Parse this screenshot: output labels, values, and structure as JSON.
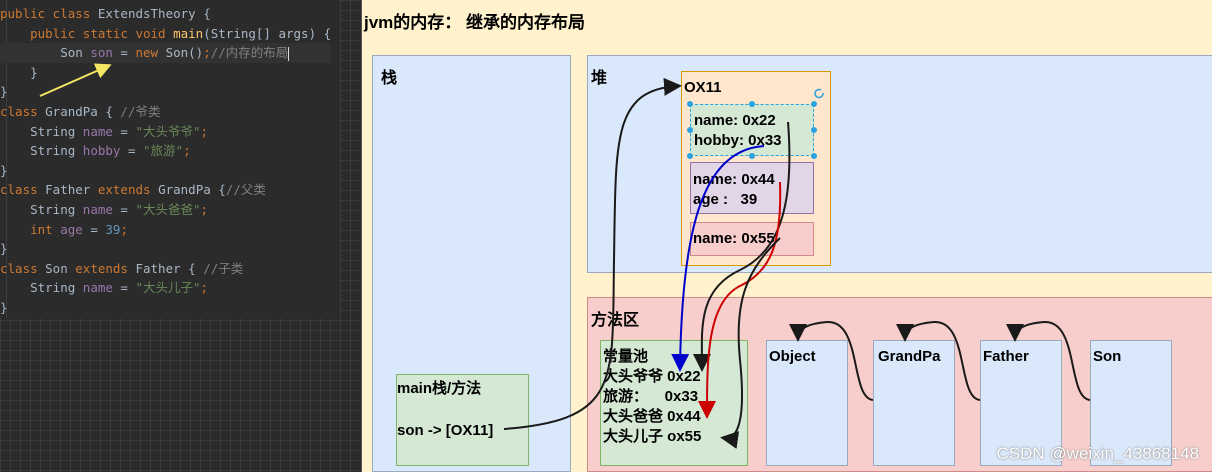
{
  "code": {
    "lines": [
      [
        {
          "c": "kw",
          "t": "public class "
        },
        {
          "c": "",
          "t": "ExtendsTheory {"
        }
      ],
      [
        {
          "c": "",
          "t": "    "
        },
        {
          "c": "kw",
          "t": "public static void "
        },
        {
          "c": "fn",
          "t": "main"
        },
        {
          "c": "",
          "t": "(String[] args) {"
        }
      ],
      [
        {
          "c": "",
          "t": "        Son "
        },
        {
          "c": "fld",
          "t": "son"
        },
        {
          "c": "",
          "t": " = "
        },
        {
          "c": "kw",
          "t": "new "
        },
        {
          "c": "",
          "t": "Son()"
        },
        {
          "c": "kw",
          "t": ";"
        },
        {
          "c": "cmt",
          "t": "//内存的布局"
        }
      ],
      [
        {
          "c": "",
          "t": "    }"
        }
      ],
      [
        {
          "c": "",
          "t": "}"
        }
      ],
      [
        {
          "c": "kw",
          "t": "class "
        },
        {
          "c": "",
          "t": "GrandPa { "
        },
        {
          "c": "cmt",
          "t": "//爷类"
        }
      ],
      [
        {
          "c": "",
          "t": "    String "
        },
        {
          "c": "fld",
          "t": "name"
        },
        {
          "c": "",
          "t": " = "
        },
        {
          "c": "str",
          "t": "\"大头爷爷\""
        },
        {
          "c": "kw",
          "t": ";"
        }
      ],
      [
        {
          "c": "",
          "t": "    String "
        },
        {
          "c": "fld",
          "t": "hobby"
        },
        {
          "c": "",
          "t": " = "
        },
        {
          "c": "str",
          "t": "\"旅游\""
        },
        {
          "c": "kw",
          "t": ";"
        }
      ],
      [
        {
          "c": "",
          "t": "}"
        }
      ],
      [
        {
          "c": "kw",
          "t": "class "
        },
        {
          "c": "",
          "t": "Father "
        },
        {
          "c": "kw",
          "t": "extends "
        },
        {
          "c": "",
          "t": "GrandPa {"
        },
        {
          "c": "cmt",
          "t": "//父类"
        }
      ],
      [
        {
          "c": "",
          "t": "    String "
        },
        {
          "c": "fld",
          "t": "name"
        },
        {
          "c": "",
          "t": " = "
        },
        {
          "c": "str",
          "t": "\"大头爸爸\""
        },
        {
          "c": "kw",
          "t": ";"
        }
      ],
      [
        {
          "c": "",
          "t": "    "
        },
        {
          "c": "kw",
          "t": "int "
        },
        {
          "c": "fld",
          "t": "age"
        },
        {
          "c": "",
          "t": " = "
        },
        {
          "c": "num",
          "t": "39"
        },
        {
          "c": "kw",
          "t": ";"
        }
      ],
      [
        {
          "c": "",
          "t": "}"
        }
      ],
      [
        {
          "c": "kw",
          "t": "class "
        },
        {
          "c": "",
          "t": "Son "
        },
        {
          "c": "kw",
          "t": "extends "
        },
        {
          "c": "",
          "t": "Father { "
        },
        {
          "c": "cmt",
          "t": "//子类"
        }
      ],
      [
        {
          "c": "",
          "t": "    String "
        },
        {
          "c": "fld",
          "t": "name"
        },
        {
          "c": "",
          "t": " = "
        },
        {
          "c": "str",
          "t": "\"大头儿子\""
        },
        {
          "c": "kw",
          "t": ";"
        }
      ],
      [
        {
          "c": "",
          "t": "}"
        }
      ]
    ]
  },
  "diagram": {
    "title": "jvm的内存：  继承的内存布局",
    "stack": {
      "label": "栈"
    },
    "heap": {
      "label": "堆"
    },
    "method_area": {
      "label": "方法区"
    },
    "main_frame": {
      "label": "main栈/方法",
      "ref": "son -> [OX11]"
    },
    "object": {
      "address": "OX11",
      "grandpa_fields": "name: 0x22\nhobby: 0x33",
      "father_fields": "name: 0x44\nage :   39",
      "son_fields": "name: 0x55"
    },
    "constant_pool": {
      "label": "常量池",
      "entries": "大头爷爷 0x22\n旅游：    0x33\n大头爸爸 0x44\n大头儿子 ox55"
    },
    "classes": [
      "Object",
      "GrandPa",
      "Father",
      "Son"
    ]
  },
  "watermark": "CSDN @weixin_43868148",
  "colors": {
    "blue_arrow": "#0000cc",
    "red_arrow": "#cc0000",
    "black_arrow": "#1a1a1a",
    "pointer_arrow": "#f5e663"
  }
}
